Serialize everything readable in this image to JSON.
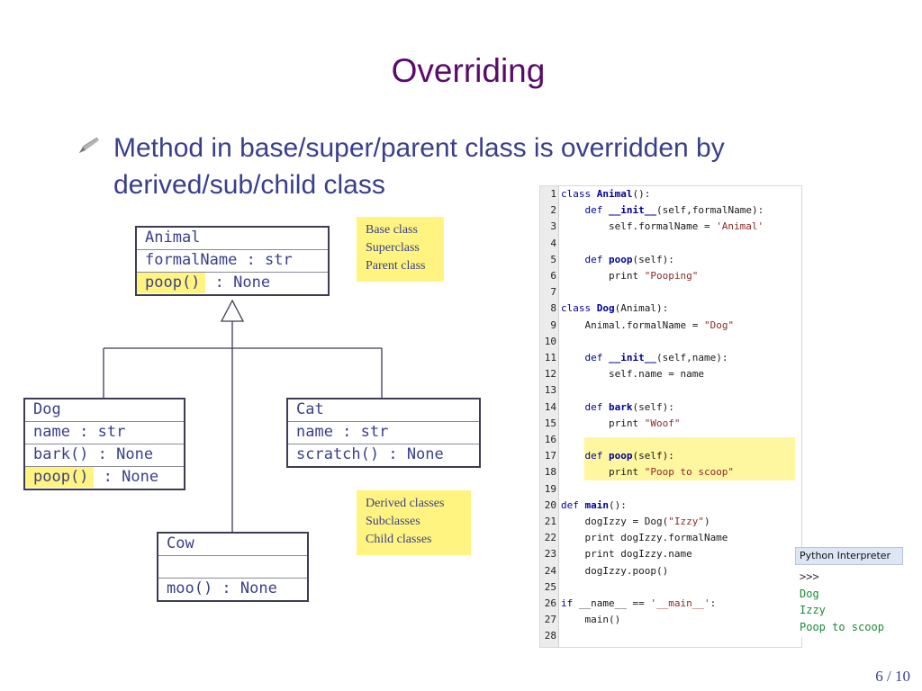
{
  "slide": {
    "title": "Overriding",
    "bullet": "Method in base/super/parent class is overridden by derived/sub/child class",
    "page": "6 / 10"
  },
  "uml": {
    "animal": {
      "name": "Animal",
      "attr": "formalName : str",
      "method_name": "poop()",
      "method_rest": " : None"
    },
    "dog": {
      "name": "Dog",
      "attr": "name : str",
      "method1": "bark() : None",
      "method2_name": "poop()",
      "method2_rest": " : None"
    },
    "cat": {
      "name": "Cat",
      "attr": "name : str",
      "method1": "scratch() : None"
    },
    "cow": {
      "name": "Cow",
      "method1": "moo() : None"
    }
  },
  "notes": {
    "base": [
      "Base class",
      "Superclass",
      "Parent class"
    ],
    "derived": [
      "Derived classes",
      "Subclasses",
      "Child classes"
    ]
  },
  "code": {
    "line_numbers": [
      "1",
      "2",
      "3",
      "4",
      "5",
      "6",
      "7",
      "8",
      "9",
      "10",
      "11",
      "12",
      "13",
      "14",
      "15",
      "16",
      "17",
      "18",
      "19",
      "20",
      "21",
      "22",
      "23",
      "24",
      "25",
      "26",
      "27",
      "28"
    ],
    "lines": [
      [
        [
          "kw",
          "class "
        ],
        [
          "fn",
          "Animal"
        ],
        [
          "",
          "():"
        ]
      ],
      [
        [
          "",
          "    "
        ],
        [
          "kw",
          "def "
        ],
        [
          "fn",
          "__init__"
        ],
        [
          "",
          "(self,formalName):"
        ]
      ],
      [
        [
          "",
          "        self.formalName = "
        ],
        [
          "str",
          "'Animal'"
        ]
      ],
      [
        [
          "",
          ""
        ]
      ],
      [
        [
          "",
          "    "
        ],
        [
          "kw",
          "def "
        ],
        [
          "fn",
          "poop"
        ],
        [
          "",
          "(self):"
        ]
      ],
      [
        [
          "",
          "        print "
        ],
        [
          "str",
          "\"Pooping\""
        ]
      ],
      [
        [
          "",
          ""
        ]
      ],
      [
        [
          "kw",
          "class "
        ],
        [
          "fn",
          "Dog"
        ],
        [
          "",
          "(Animal):"
        ]
      ],
      [
        [
          "",
          "    Animal.formalName = "
        ],
        [
          "str",
          "\"Dog\""
        ]
      ],
      [
        [
          "",
          ""
        ]
      ],
      [
        [
          "",
          "    "
        ],
        [
          "kw",
          "def "
        ],
        [
          "fn",
          "__init__"
        ],
        [
          "",
          "(self,name):"
        ]
      ],
      [
        [
          "",
          "        self.name = name"
        ]
      ],
      [
        [
          "",
          ""
        ]
      ],
      [
        [
          "",
          "    "
        ],
        [
          "kw",
          "def "
        ],
        [
          "fn",
          "bark"
        ],
        [
          "",
          "(self):"
        ]
      ],
      [
        [
          "",
          "        print "
        ],
        [
          "str",
          "\"Woof\""
        ]
      ],
      [
        [
          "",
          ""
        ]
      ],
      [
        [
          "",
          "    "
        ],
        [
          "kw",
          "def "
        ],
        [
          "fn",
          "poop"
        ],
        [
          "",
          "(self):"
        ]
      ],
      [
        [
          "",
          "        print "
        ],
        [
          "str",
          "\"Poop to scoop\""
        ]
      ],
      [
        [
          "",
          ""
        ]
      ],
      [
        [
          "kw",
          "def "
        ],
        [
          "fn",
          "main"
        ],
        [
          "",
          "():"
        ]
      ],
      [
        [
          "",
          "    dogIzzy = Dog("
        ],
        [
          "str",
          "\"Izzy\""
        ],
        [
          "",
          ")"
        ]
      ],
      [
        [
          "",
          "    print dogIzzy.formalName"
        ]
      ],
      [
        [
          "",
          "    print dogIzzy.name"
        ]
      ],
      [
        [
          "",
          "    dogIzzy.poop()"
        ]
      ],
      [
        [
          "",
          ""
        ]
      ],
      [
        [
          "kw",
          "if "
        ],
        [
          "",
          "__name__ == "
        ],
        [
          "str",
          "'__main__'"
        ],
        [
          "",
          ":"
        ]
      ],
      [
        [
          "",
          "    main()"
        ]
      ],
      [
        [
          "",
          ""
        ]
      ]
    ]
  },
  "interpreter": {
    "title": "Python Interpreter",
    "prompt": ">>>",
    "output": [
      "Dog",
      "Izzy",
      "Poop to scoop"
    ]
  },
  "colors": {
    "title": "#5a0a6a",
    "text": "#3a3f8c",
    "highlight": "#fff480"
  }
}
